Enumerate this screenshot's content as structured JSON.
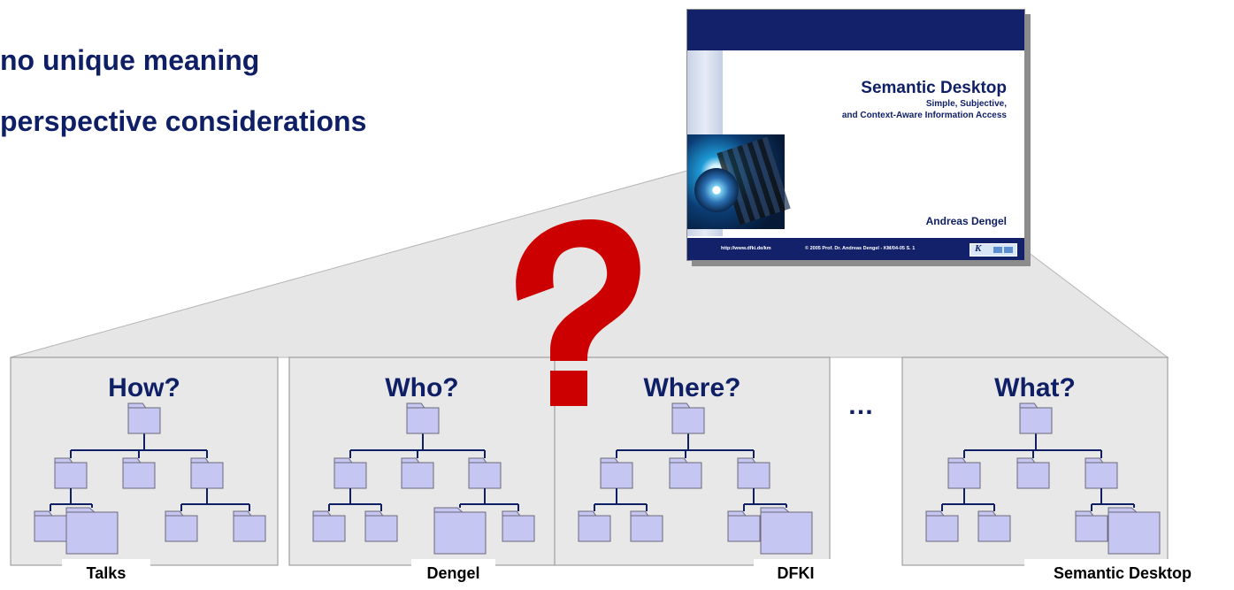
{
  "bullets": [
    "no unique meaning",
    "perspective considerations"
  ],
  "slide": {
    "title": "Semantic Desktop",
    "subtitle_line1": "Simple, Subjective,",
    "subtitle_line2": "and Context-Aware Information Access",
    "author": "Andreas Dengel",
    "footer_url": "http://www.dfki.de/km",
    "footer_copyright": "© 2005 Prof. Dr. Andreas Dengel - KM/04-05 S. 1"
  },
  "question_mark": "?",
  "panels": [
    {
      "title": "How?",
      "label": "Talks"
    },
    {
      "title": "Who?",
      "label": "Dengel"
    },
    {
      "title": "Where?",
      "label": "DFKI"
    },
    {
      "title": "What?",
      "label": "Semantic Desktop"
    }
  ],
  "ellipsis": "…",
  "colors": {
    "navy": "#0f1f66",
    "question": "#cc0000",
    "folder": "#c6c6f2",
    "panel_bg": "#e8e8e8"
  }
}
